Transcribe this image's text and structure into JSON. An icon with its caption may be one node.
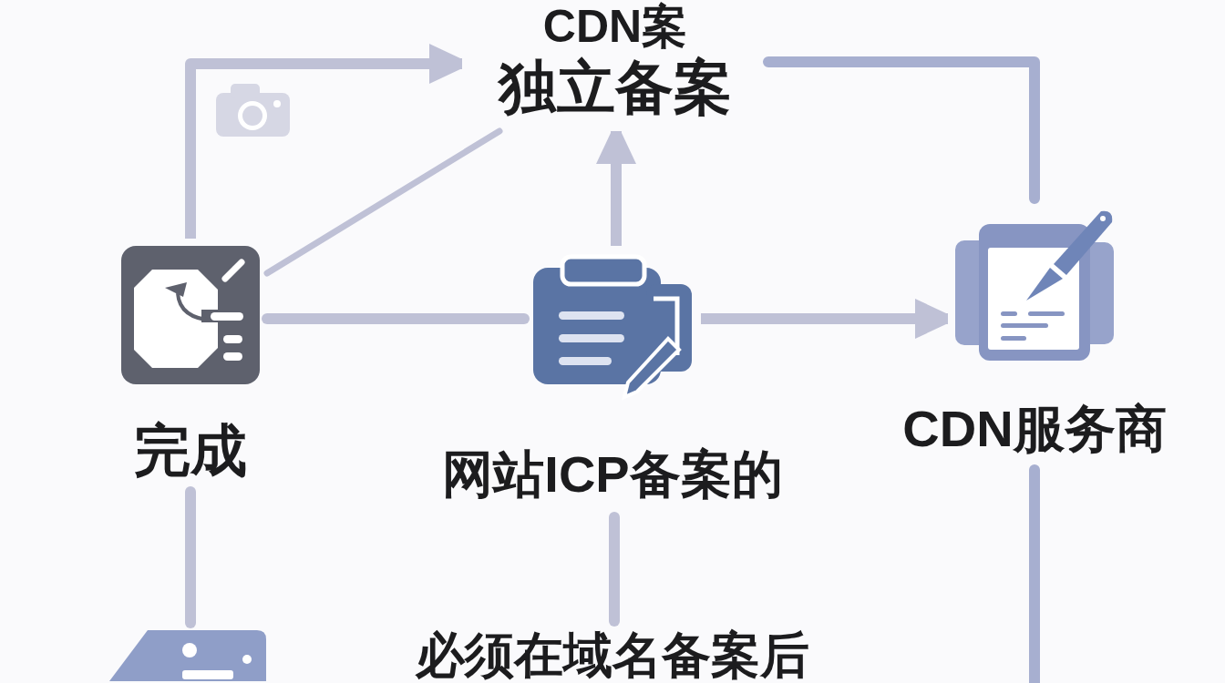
{
  "diagram": {
    "nodes": [
      {
        "text": [
          "CDN案",
          "独立备案"
        ]
      },
      {
        "text": [
          "完成"
        ]
      },
      {
        "text": [
          "网站ICP备案的"
        ]
      },
      {
        "text": [
          "CDN服务商"
        ]
      },
      {
        "text": [],
        "shape": "picture"
      },
      {
        "text": [
          "必须在域名备案后"
        ]
      }
    ],
    "edges": [
      {
        "from": 1,
        "to": 0,
        "arrow": "to"
      },
      {
        "from": 1,
        "to": 0,
        "arrow": "none"
      },
      {
        "from": 1,
        "to": 2,
        "arrow": "none"
      },
      {
        "from": 2,
        "to": 0,
        "arrow": "to"
      },
      {
        "from": 2,
        "to": 3,
        "arrow": "to"
      },
      {
        "from": 0,
        "to": 3,
        "arrow": "none",
        "color": "#a7afd0"
      },
      {
        "from": 1,
        "to": 4,
        "arrow": "none"
      },
      {
        "from": 2,
        "to": 5,
        "arrow": "none"
      },
      {
        "from": 3,
        "to": null,
        "arrow": "none",
        "color": "#a7afd0"
      }
    ]
  }
}
